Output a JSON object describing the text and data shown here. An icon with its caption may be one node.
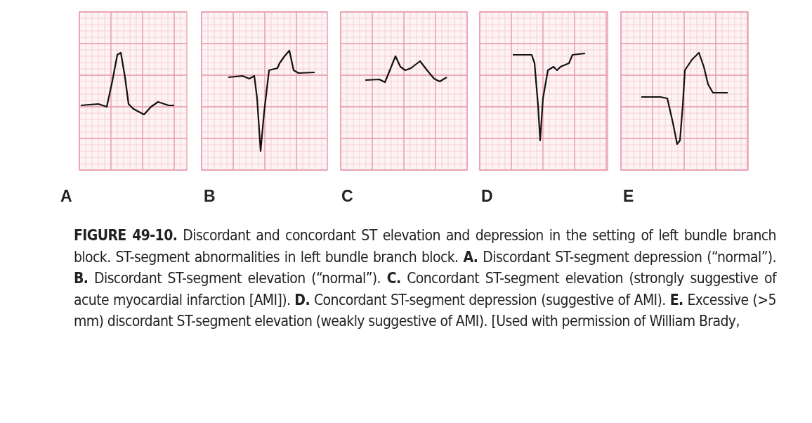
{
  "diagram": {
    "caption": "**FIGURE 49-10.** Discordant and concordant ST elevation and depression in the setting of left bundle branch block. ST-segment abnormalities in left bundle branch block. **A.** Discordant ST-segment depression (“normal”). **B.** Discordant ST-segment elevation (“normal”). **C.** Concordant ST-segment elevation (strongly suggestive of acute myocardial infarction [AMI]). **D.** Concordant ST-segment depression (suggestive of AMI). **E.** Excessive (>5 mm) discordant ST-segment elevation (weakly suggestive of AMI). [Used with permission of William Brady,",
    "labels": [
      "A",
      "B",
      "C",
      "D",
      "E"
    ]
  }
}
